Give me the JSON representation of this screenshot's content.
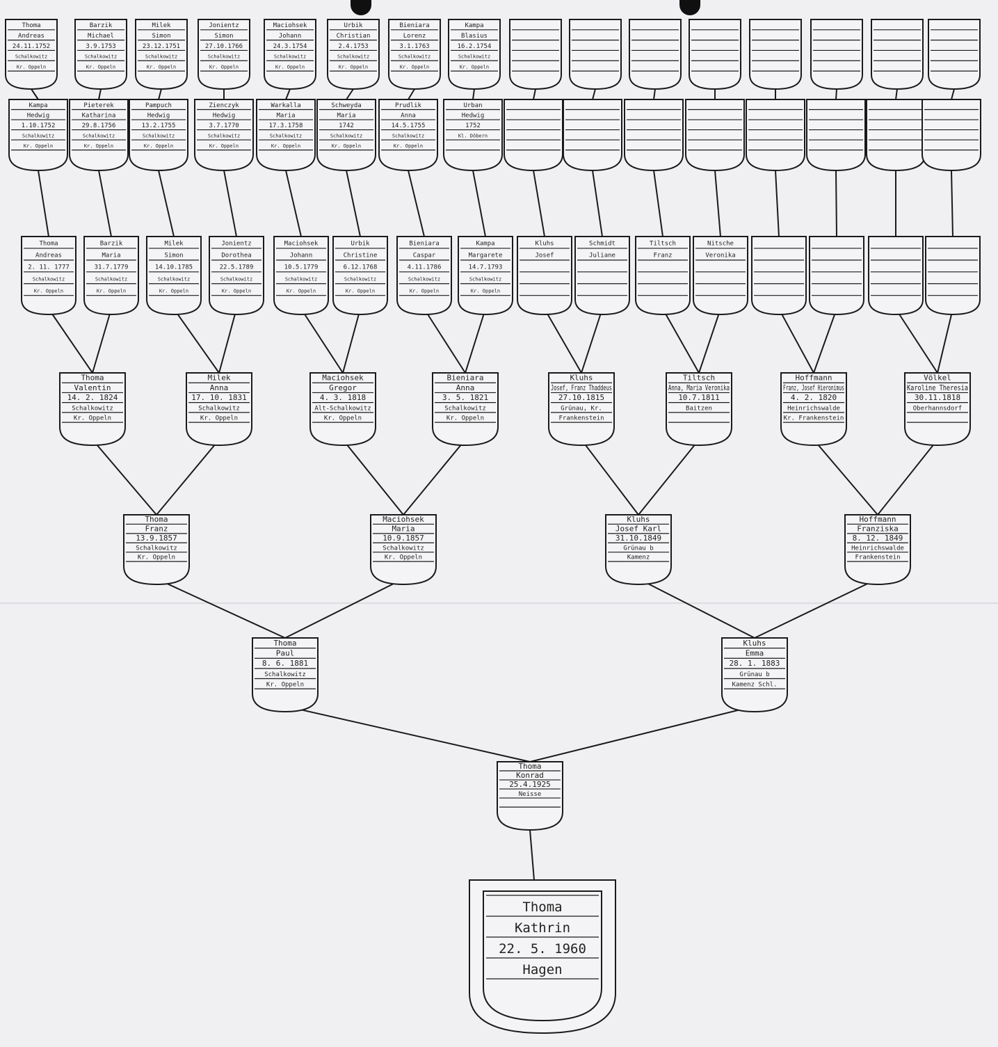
{
  "tree": {
    "root": {
      "surname": "Thoma",
      "given": "Kathrin",
      "date": "22. 5. 1960",
      "place": "Hagen"
    },
    "generation_1": [
      {
        "surname": "Thoma",
        "given": "Konrad",
        "date": "25.4.1925",
        "place": "Neisse"
      }
    ],
    "generation_2": [
      {
        "surname": "Thoma",
        "given": "Paul",
        "date": "8. 6. 1881",
        "place": "Schalkowitz",
        "region": "Kr. Oppeln"
      },
      {
        "surname": "Kluhs",
        "given": "Emma",
        "date": "28. 1. 1883",
        "place": "Grünau b",
        "region": "Kamenz Schl."
      }
    ],
    "generation_3": [
      {
        "surname": "Thoma",
        "given": "Franz",
        "date": "13.9.1857",
        "place": "Schalkowitz",
        "region": "Kr. Oppeln"
      },
      {
        "surname": "Maciohsek",
        "given": "Maria",
        "date": "10.9.1857",
        "place": "Schalkowitz",
        "region": "Kr. Oppeln"
      },
      {
        "surname": "Kluhs",
        "given": "Josef Karl",
        "date": "31.10.1849",
        "place": "Grünau b",
        "region": "Kamenz"
      },
      {
        "surname": "Hoffmann",
        "given": "Franziska",
        "date": "8. 12. 1849",
        "place": "Heinrichswalde",
        "region": "Frankenstein"
      }
    ],
    "generation_4": [
      {
        "surname": "Thoma",
        "given": "Valentin",
        "date": "14. 2. 1824",
        "place": "Schalkowitz",
        "region": "Kr. Oppeln"
      },
      {
        "surname": "Milek",
        "given": "Anna",
        "date": "17. 10. 1831",
        "place": "Schalkowitz",
        "region": "Kr. Oppeln"
      },
      {
        "surname": "Maciohsek",
        "given": "Gregor",
        "date": "4. 3. 1818",
        "place": "Alt-Schalkowitz",
        "region": "Kr. Oppeln"
      },
      {
        "surname": "Bieniara",
        "given": "Anna",
        "date": "3. 5. 1821",
        "place": "Schalkowitz",
        "region": "Kr. Oppeln"
      },
      {
        "surname": "Kluhs",
        "given": "Josef, Franz Thaddeus",
        "date": "27.10.1815",
        "place": "Grünau, Kr.",
        "region": "Frankenstein"
      },
      {
        "surname": "Tiltsch",
        "given": "Anna, Maria Veronika",
        "date": "10.7.1811",
        "place": "Baitzen",
        "region": ""
      },
      {
        "surname": "Hoffmann",
        "given": "Franz, Josef Hieronimus",
        "date": "4. 2. 1820",
        "place": "Heinrichswalde",
        "region": "Kr. Frankenstein"
      },
      {
        "surname": "Völkel",
        "given": "Karoline Theresia",
        "date": "30.11.1818",
        "place": "Oberhannsdorf",
        "region": ""
      }
    ],
    "generation_5": [
      {
        "surname": "Thoma",
        "given": "Andreas",
        "date": "2. 11. 1777",
        "place": "Schalkowitz",
        "region": "Kr. Oppeln"
      },
      {
        "surname": "Barzik",
        "given": "Maria",
        "date": "31.7.1779",
        "place": "Schalkowitz",
        "region": "Kr. Oppeln"
      },
      {
        "surname": "Milek",
        "given": "Simon",
        "date": "14.10.1785",
        "place": "Schalkowitz",
        "region": "Kr. Oppeln"
      },
      {
        "surname": "Jonientz",
        "given": "Dorothea",
        "date": "22.5.1789",
        "place": "Schalkowitz",
        "region": "Kr. Oppeln"
      },
      {
        "surname": "Maciohsek",
        "given": "Johann",
        "date": "10.5.1779",
        "place": "Schalkowitz",
        "region": "Kr. Oppeln"
      },
      {
        "surname": "Urbik",
        "given": "Christine",
        "date": "6.12.1768",
        "place": "Schalkowitz",
        "region": "Kr. Oppeln"
      },
      {
        "surname": "Bieniara",
        "given": "Caspar",
        "date": "4.11.1786",
        "place": "Schalkowitz",
        "region": "Kr. Oppeln"
      },
      {
        "surname": "Kampa",
        "given": "Margarete",
        "date": "14.7.1793",
        "place": "Schalkowitz",
        "region": "Kr. Oppeln"
      },
      {
        "surname": "Kluhs",
        "given": "Josef",
        "date": "",
        "place": "",
        "region": ""
      },
      {
        "surname": "Schmidt",
        "given": "Juliane",
        "date": "",
        "place": "",
        "region": ""
      },
      {
        "surname": "Tiltsch",
        "given": "Franz",
        "date": "",
        "place": "",
        "region": ""
      },
      {
        "surname": "Nitsche",
        "given": "Veronika",
        "date": "",
        "place": "",
        "region": ""
      },
      {
        "surname": "",
        "given": "",
        "date": "",
        "place": "",
        "region": ""
      },
      {
        "surname": "",
        "given": "",
        "date": "",
        "place": "",
        "region": ""
      },
      {
        "surname": "",
        "given": "",
        "date": "",
        "place": "",
        "region": ""
      },
      {
        "surname": "",
        "given": "",
        "date": "",
        "place": "",
        "region": ""
      }
    ],
    "generation_6": [
      {
        "surname": "Kampa",
        "given": "Hedwig",
        "date": "1.10.1752",
        "place": "Schalkowitz",
        "region": "Kr. Oppeln"
      },
      {
        "surname": "Pieterek",
        "given": "Katharina",
        "date": "29.8.1756",
        "place": "Schalkowitz",
        "region": "Kr. Oppeln"
      },
      {
        "surname": "Pampuch",
        "given": "Hedwig",
        "date": "13.2.1755",
        "place": "Schalkowitz",
        "region": "Kr. Oppeln"
      },
      {
        "surname": "Zienczyk",
        "given": "Hedwig",
        "date": "3.7.1770",
        "place": "Schalkowitz",
        "region": "Kr. Oppeln"
      },
      {
        "surname": "Warkalla",
        "given": "Maria",
        "date": "17.3.1758",
        "place": "Schalkowitz",
        "region": "Kr. Oppeln"
      },
      {
        "surname": "Schweyda",
        "given": "Maria",
        "date": "1742",
        "place": "Schalkowitz",
        "region": "Kr. Oppeln"
      },
      {
        "surname": "Prudlik",
        "given": "Anna",
        "date": "14.5.1755",
        "place": "Schalkowitz",
        "region": "Kr. Oppeln"
      },
      {
        "surname": "Urban",
        "given": "Hedwig",
        "date": "1752",
        "place": "Kl. Döbern",
        "region": ""
      },
      {
        "surname": "",
        "given": "",
        "date": "",
        "place": "",
        "region": ""
      },
      {
        "surname": "",
        "given": "",
        "date": "",
        "place": "",
        "region": ""
      },
      {
        "surname": "",
        "given": "",
        "date": "",
        "place": "",
        "region": ""
      },
      {
        "surname": "",
        "given": "",
        "date": "",
        "place": "",
        "region": ""
      },
      {
        "surname": "",
        "given": "",
        "date": "",
        "place": "",
        "region": ""
      },
      {
        "surname": "",
        "given": "",
        "date": "",
        "place": "",
        "region": ""
      },
      {
        "surname": "",
        "given": "",
        "date": "",
        "place": "",
        "region": ""
      },
      {
        "surname": "",
        "given": "",
        "date": "",
        "place": "",
        "region": ""
      }
    ],
    "generation_7": [
      {
        "surname": "Thoma",
        "given": "Andreas",
        "date": "24.11.1752",
        "place": "Schalkowitz",
        "region": "Kr. Oppeln"
      },
      {
        "surname": "Barzik",
        "given": "Michael",
        "date": "3.9.1753",
        "place": "Schalkowitz",
        "region": "Kr. Oppeln"
      },
      {
        "surname": "Milek",
        "given": "Simon",
        "date": "23.12.1751",
        "place": "Schalkowitz",
        "region": "Kr. Oppeln"
      },
      {
        "surname": "Jonientz",
        "given": "Simon",
        "date": "27.10.1766",
        "place": "Schalkowitz",
        "region": "Kr. Oppeln"
      },
      {
        "surname": "Maciohsek",
        "given": "Johann",
        "date": "24.3.1754",
        "place": "Schalkowitz",
        "region": "Kr. Oppeln"
      },
      {
        "surname": "Urbik",
        "given": "Christian",
        "date": "2.4.1753",
        "place": "Schalkowitz",
        "region": "Kr. Oppeln"
      },
      {
        "surname": "Bieniara",
        "given": "Lorenz",
        "date": "3.1.1763",
        "place": "Schalkowitz",
        "region": "Kr. Oppeln"
      },
      {
        "surname": "Kampa",
        "given": "Blasius",
        "date": "16.2.1754",
        "place": "Schalkowitz",
        "region": "Kr. Oppeln"
      },
      {
        "surname": "",
        "given": "",
        "date": "",
        "place": "",
        "region": ""
      },
      {
        "surname": "",
        "given": "",
        "date": "",
        "place": "",
        "region": ""
      },
      {
        "surname": "",
        "given": "",
        "date": "",
        "place": "",
        "region": ""
      },
      {
        "surname": "",
        "given": "",
        "date": "",
        "place": "",
        "region": ""
      },
      {
        "surname": "",
        "given": "",
        "date": "",
        "place": "",
        "region": ""
      },
      {
        "surname": "",
        "given": "",
        "date": "",
        "place": "",
        "region": ""
      },
      {
        "surname": "",
        "given": "",
        "date": "",
        "place": "",
        "region": ""
      },
      {
        "surname": "",
        "given": "",
        "date": "",
        "place": "",
        "region": ""
      }
    ]
  }
}
